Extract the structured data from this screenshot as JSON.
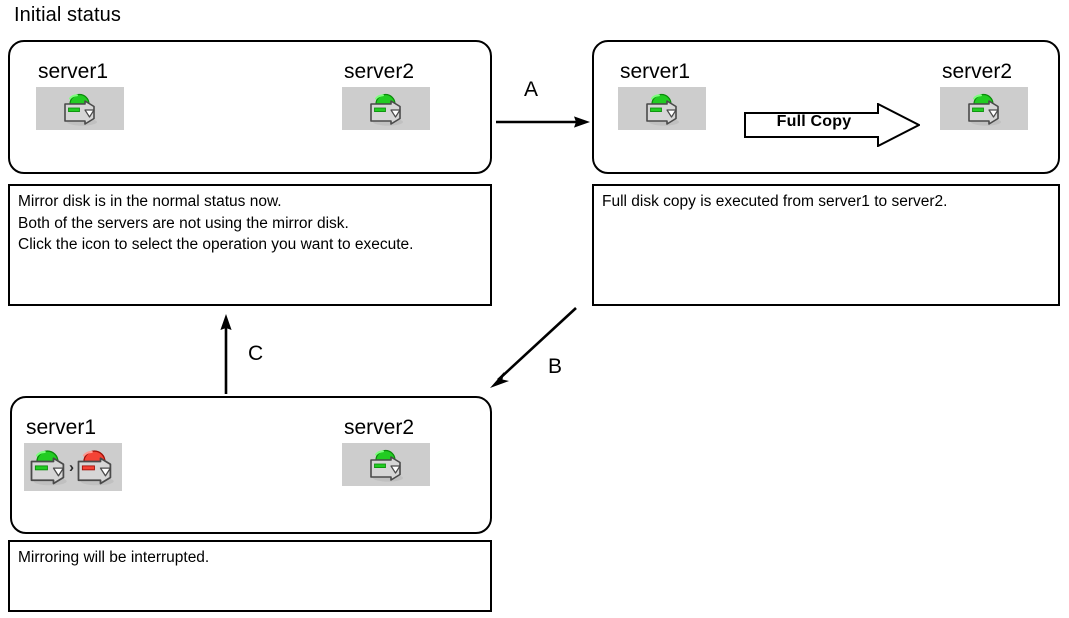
{
  "title": "Initial status",
  "states": {
    "initial": {
      "name": "initial-status-state",
      "servers": [
        {
          "label": "server1",
          "icons": [
            {
              "color": "green",
              "name": "mirror-disk-normal-icon"
            }
          ]
        },
        {
          "label": "server2",
          "icons": [
            {
              "color": "green",
              "name": "mirror-disk-normal-icon"
            }
          ]
        }
      ],
      "description": "Mirror disk is in the normal status now.\nBoth of the servers are not using the mirror disk.\nClick the icon to select the operation you want to execute."
    },
    "full_copy": {
      "name": "full-copy-state",
      "servers": [
        {
          "label": "server1",
          "icons": [
            {
              "color": "green",
              "name": "mirror-disk-normal-icon"
            }
          ]
        },
        {
          "label": "server2",
          "icons": [
            {
              "color": "green",
              "name": "mirror-disk-normal-icon"
            }
          ]
        }
      ],
      "operation_label": "Full Copy",
      "description": "Full disk copy is executed from server1 to server2."
    },
    "interrupted": {
      "name": "mirroring-interrupted-state",
      "servers": [
        {
          "label": "server1",
          "icons": [
            {
              "color": "green",
              "name": "mirror-disk-normal-icon"
            },
            {
              "color": "red",
              "name": "mirror-disk-error-icon"
            }
          ],
          "separator": "›"
        },
        {
          "label": "server2",
          "icons": [
            {
              "color": "green",
              "name": "mirror-disk-normal-icon"
            }
          ]
        }
      ],
      "description": "Mirroring will be interrupted."
    }
  },
  "transitions": [
    {
      "id": "A",
      "label": "A",
      "from": "initial",
      "to": "full_copy",
      "direction": "right"
    },
    {
      "id": "B",
      "label": "B",
      "from": "full_copy",
      "to": "interrupted",
      "direction": "down-left"
    },
    {
      "id": "C",
      "label": "C",
      "from": "interrupted",
      "to": "initial",
      "direction": "up"
    }
  ],
  "colors": {
    "icon_green": "#22cc22",
    "icon_red": "#f44336",
    "icon_tray_gray": "#cdcdcd",
    "stroke": "#000000",
    "background": "#ffffff"
  }
}
